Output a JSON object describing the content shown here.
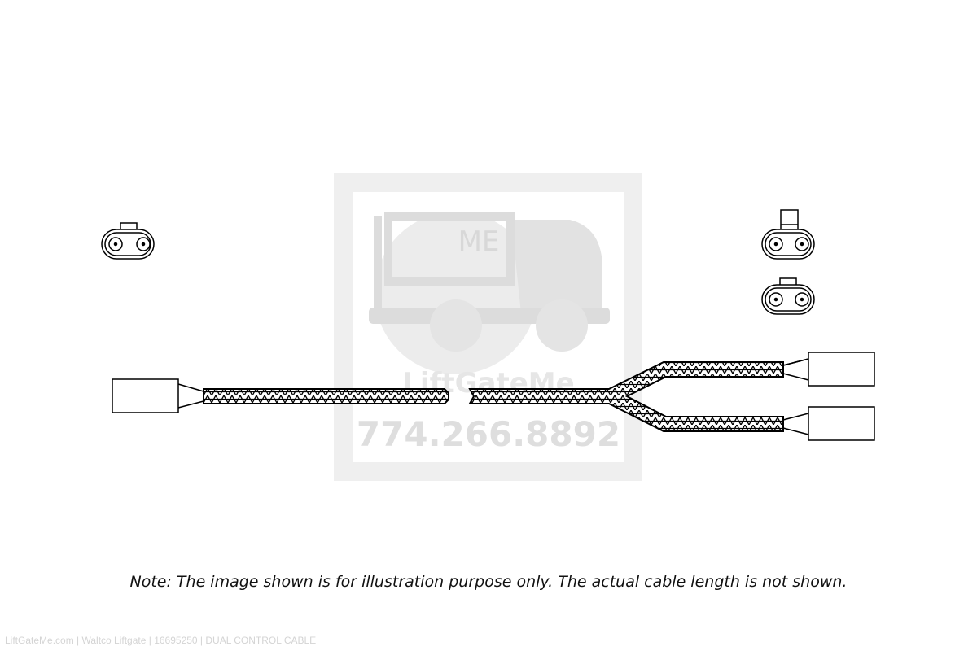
{
  "watermark": {
    "logo_text": "ME",
    "brand": "LiftGateMe",
    "phone": "774.266.8892"
  },
  "note": "Note: The image shown is for illustration purpose only. The actual cable length is not shown.",
  "footer": "LiftGateMe.com | Waltco Liftgate | 16695250 | DUAL CONTROL CABLE",
  "colors": {
    "line": "#000000",
    "watermark": "#e0e0e0",
    "footer": "#d4d4d4"
  }
}
